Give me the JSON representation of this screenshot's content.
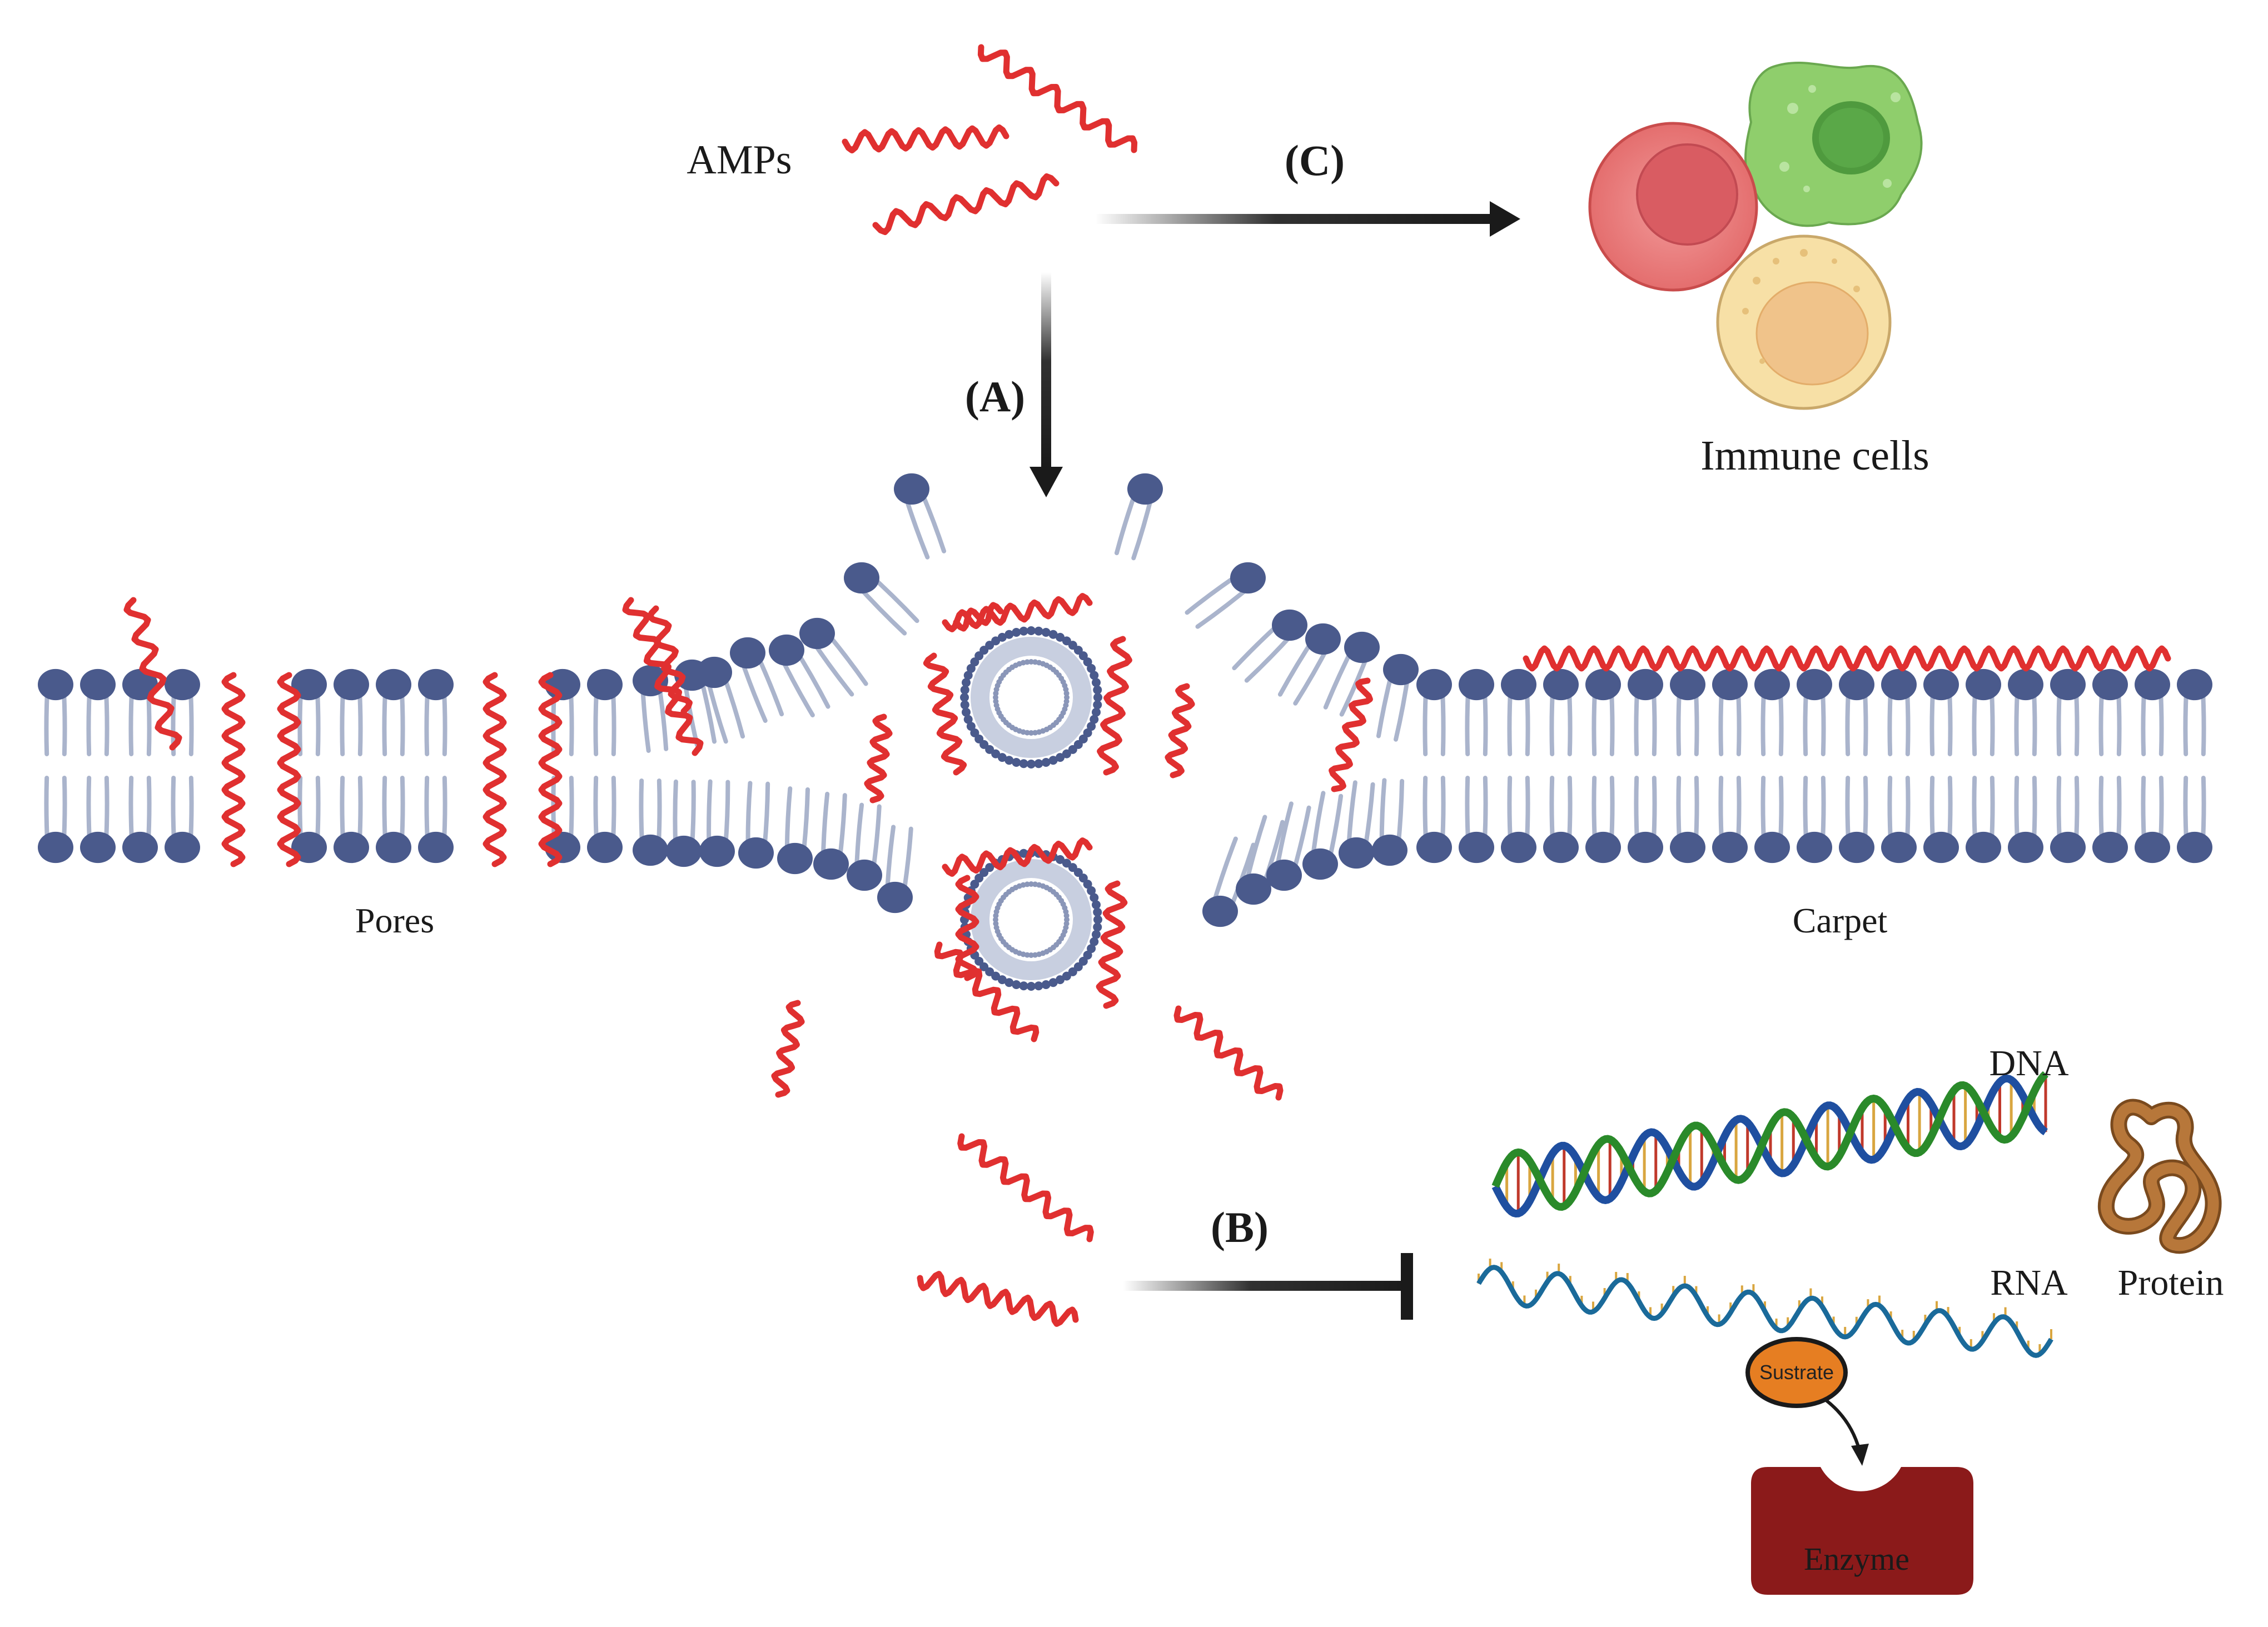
{
  "labels": {
    "amps": "AMPs",
    "step_a": "(A)",
    "step_b": "(B)",
    "step_c": "(C)",
    "immune_cells": "Immune cells",
    "pores": "Pores",
    "carpet": "Carpet",
    "dna": "DNA",
    "rna": "RNA",
    "protein": "Protein",
    "substrate": "Sustrate",
    "enzyme": "Enzyme"
  },
  "colors": {
    "peptide": "#e03030",
    "lipid_head": "#4a5a8c",
    "lipid_tail": "#aab4cc",
    "arrow": "#1a1a1a",
    "rbc": "#e86a6a",
    "monocyte": "#8ccc6a",
    "lymphocyte": "#f5dba0",
    "dna_strand_1": "#1f4fa0",
    "dna_strand_2": "#2a8a2a",
    "rna": "#1a6a9a",
    "protein": "#a0602a",
    "substrate": "#e67e22",
    "enzyme": "#8b1a1a"
  }
}
